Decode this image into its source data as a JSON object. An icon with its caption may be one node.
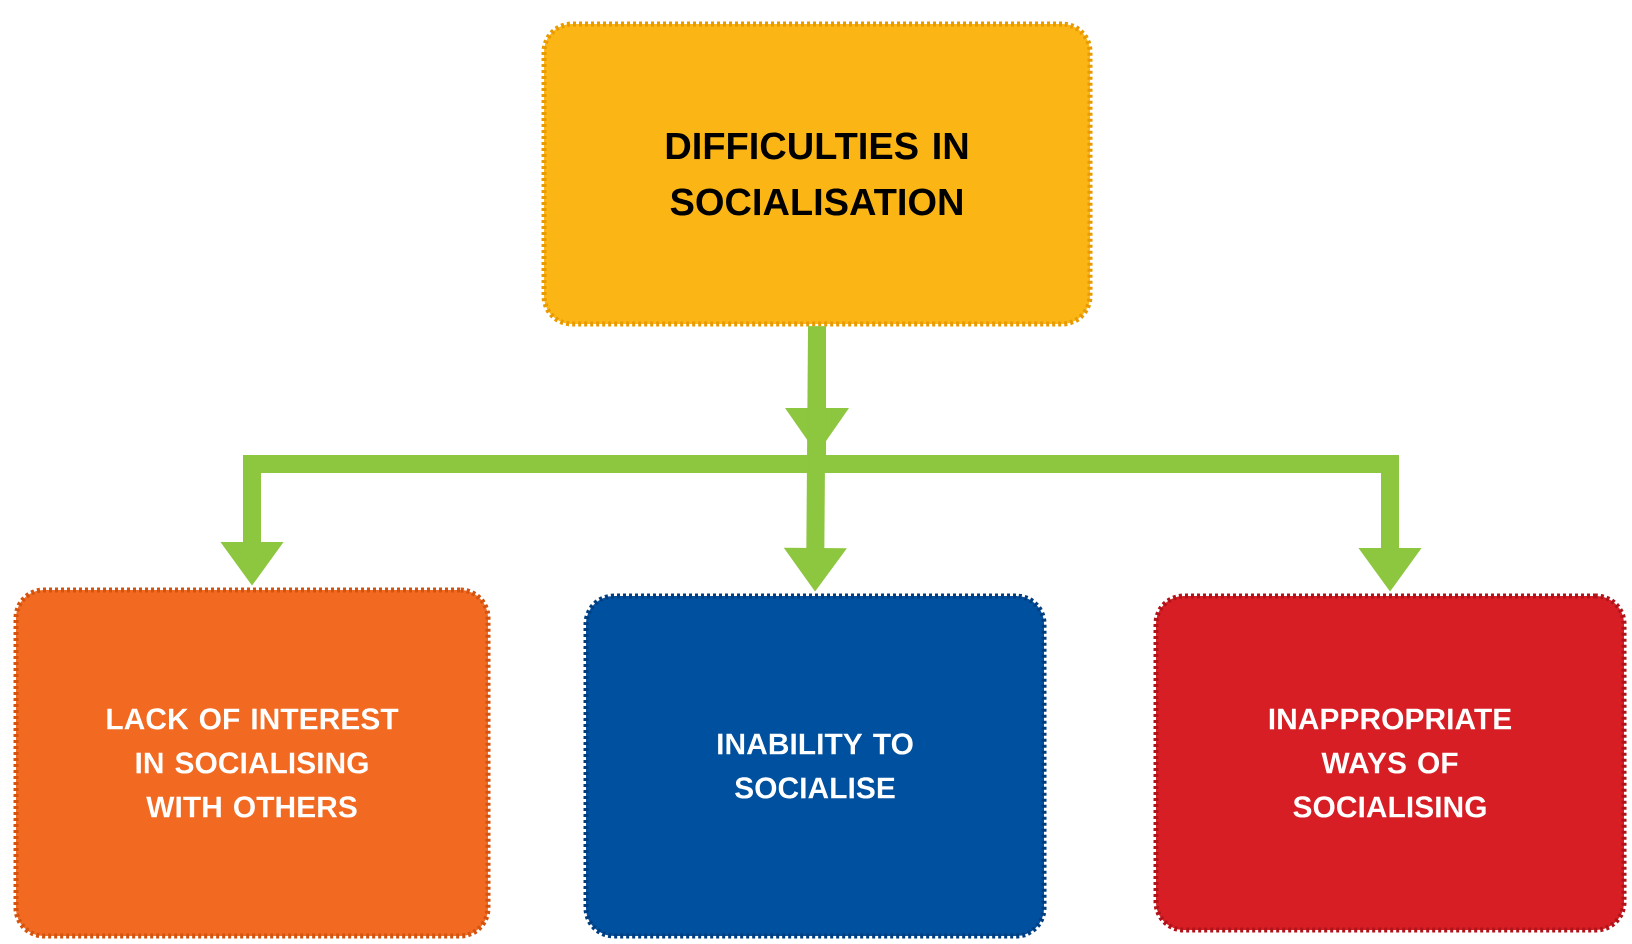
{
  "diagram": {
    "nodes": [
      {
        "text": [
          "DIFFICULTIES IN SOCIALISATION"
        ]
      },
      {
        "text": [
          "LACK OF INTEREST IN SOCIALISING WITH OTHERS"
        ]
      },
      {
        "text": [
          "INABILITY TO SOCIALISE"
        ]
      },
      {
        "text": [
          "INAPPROPRIATE WAYS OF SOCIALISING"
        ]
      }
    ],
    "edges": [
      {
        "from": 0,
        "to": 1,
        "arrow": "to"
      },
      {
        "from": 0,
        "to": 2,
        "arrow": "to"
      },
      {
        "from": 0,
        "to": 3,
        "arrow": "to"
      }
    ]
  }
}
